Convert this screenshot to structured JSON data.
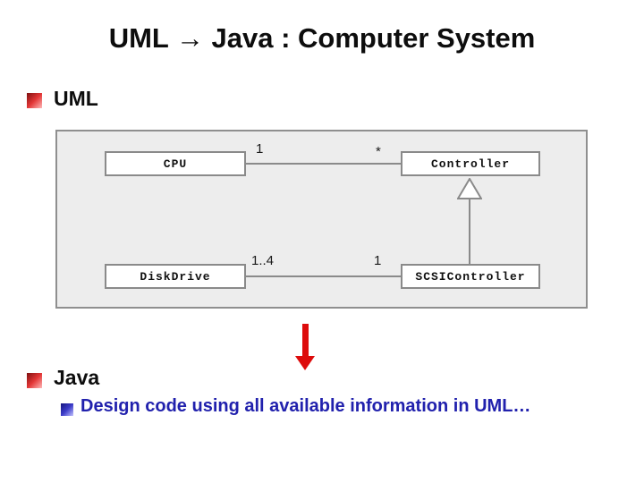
{
  "slide": {
    "title": "UML → Java : Computer System",
    "bullet_uml": "UML",
    "bullet_java": "Java",
    "sub_bullet_java": "Design code using all available information in UML…"
  },
  "diagram": {
    "classes": [
      {
        "name": "CPU"
      },
      {
        "name": "Controller"
      },
      {
        "name": "DiskDrive"
      },
      {
        "name": "SCSIController"
      }
    ],
    "associations": [
      {
        "from": "CPU",
        "to": "Controller",
        "from_mult": "1",
        "to_mult": "*"
      },
      {
        "from": "DiskDrive",
        "to": "SCSIController",
        "from_mult": "1..4",
        "to_mult": "1"
      }
    ],
    "generalization": {
      "parent": "Controller",
      "child": "SCSIController"
    }
  },
  "colors": {
    "arrow_red": "#dd0b0b",
    "bullet_red_dark": "#7e1010",
    "bullet_blue_dark": "#14147e",
    "sub_text_blue": "#2121ad",
    "panel_bg": "#ededed",
    "diagram_line_gray": "#8a8a8a"
  }
}
